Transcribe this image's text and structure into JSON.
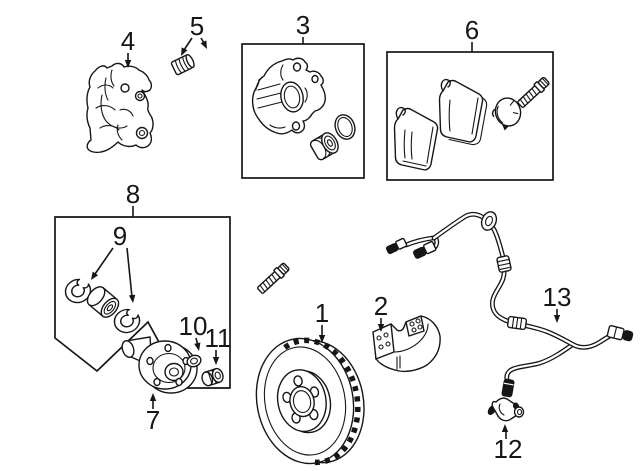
{
  "diagram": {
    "subject": "disc brake components parts diagram",
    "colors": {
      "background": "#ffffff",
      "line": "#161616"
    },
    "callouts": {
      "c1": "1",
      "c2": "2",
      "c3": "3",
      "c4": "4",
      "c5": "5",
      "c6": "6",
      "c7": "7",
      "c8": "8",
      "c9": "9",
      "c10": "10",
      "c11": "11",
      "c12": "12",
      "c13": "13"
    },
    "parts": {
      "p1": "brake rotor",
      "p2": "splash shield",
      "p3": "caliper assembly",
      "p4": "caliper mount bracket",
      "p5": "guide pin bolts",
      "p6": "brake pad set",
      "p7": "wheel hub",
      "p8": "hub and bearing kit",
      "p9": "bearing and snap rings",
      "p10": "washer",
      "p11": "axle nut",
      "p12": "abs speed sensor",
      "p13": "abs sensor harness"
    }
  }
}
